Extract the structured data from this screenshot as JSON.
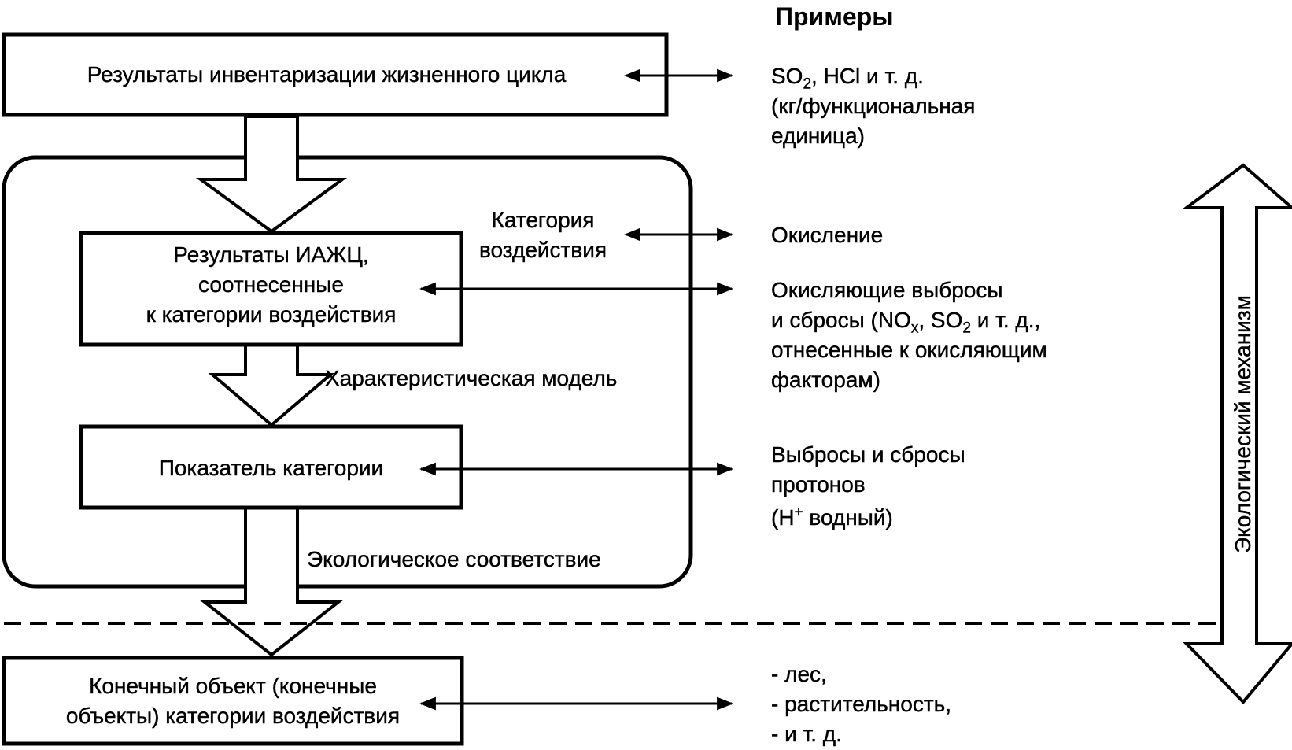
{
  "title": "Примеры",
  "boxes": {
    "inventory": "Результаты инвентаризации жизненного цикла",
    "assigned": [
      "Результаты ИАЖЦ,",
      "соотнесенные",
      "к категории воздействия"
    ],
    "indicator": "Показатель категории",
    "endpoint": [
      "Конечный объект (конечные",
      "объекты) категории воздействия"
    ]
  },
  "labels": {
    "impact_category": [
      "Категория",
      "воздействия"
    ],
    "char_model": "Характеристическая модель",
    "env_relevance": "Экологическое соответствие",
    "env_mechanism": "Экологический механизм"
  },
  "examples": {
    "ex1": {
      "pre": "SO",
      "sub1": "2",
      "post": ", HCl и т. д.",
      "l2": "(кг/функциональная",
      "l3": "единица)"
    },
    "ex2": "Окисление",
    "ex3": {
      "l1": "Окисляющие выбросы",
      "a": "и сбросы (NO",
      "s1": "x",
      "b": ", SO",
      "s2": "2",
      "c": " и т. д.,",
      "l3": "отнесенные к окисляющим",
      "l4": "факторам)"
    },
    "ex4": {
      "l1": "Выбросы и сбросы",
      "l2": "протонов",
      "a": "(H",
      "sup": "+",
      "b": " водный)"
    },
    "ex5": [
      "- лес,",
      "- растительность,",
      "- и т. д."
    ]
  }
}
